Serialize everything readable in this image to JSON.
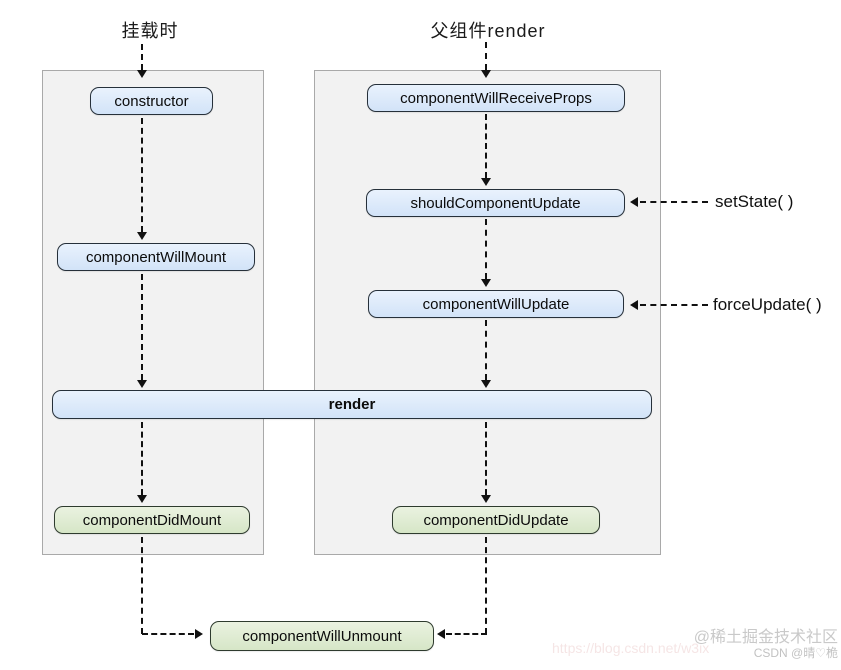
{
  "headers": {
    "mount": "挂载时",
    "parent_render": "父组件render"
  },
  "boxes": {
    "ctor": "constructor",
    "component_will_mount": "componentWillMount",
    "component_did_mount": "componentDidMount",
    "component_will_receive_props": "componentWillReceiveProps",
    "should_component_update": "shouldComponentUpdate",
    "component_will_update": "componentWillUpdate",
    "render": "render",
    "component_did_update": "componentDidUpdate",
    "component_will_unmount": "componentWillUnmount"
  },
  "annotations": {
    "set_state": "setState( )",
    "force_update": "forceUpdate( )"
  },
  "watermark": {
    "community": "@稀土掘金技术社区",
    "csdn": "CSDN @晴♡桅",
    "url": "https://blog.csdn.net/w3ix"
  },
  "colors": {
    "node_blue_bg": "#d9e7fa",
    "node_green_bg": "#dcead2",
    "node_border": "#26303a",
    "panel_bg": "#f2f2f2",
    "panel_border": "#a9a9a9",
    "line": "#111111",
    "watermark_gray": "#c9c9c9"
  }
}
